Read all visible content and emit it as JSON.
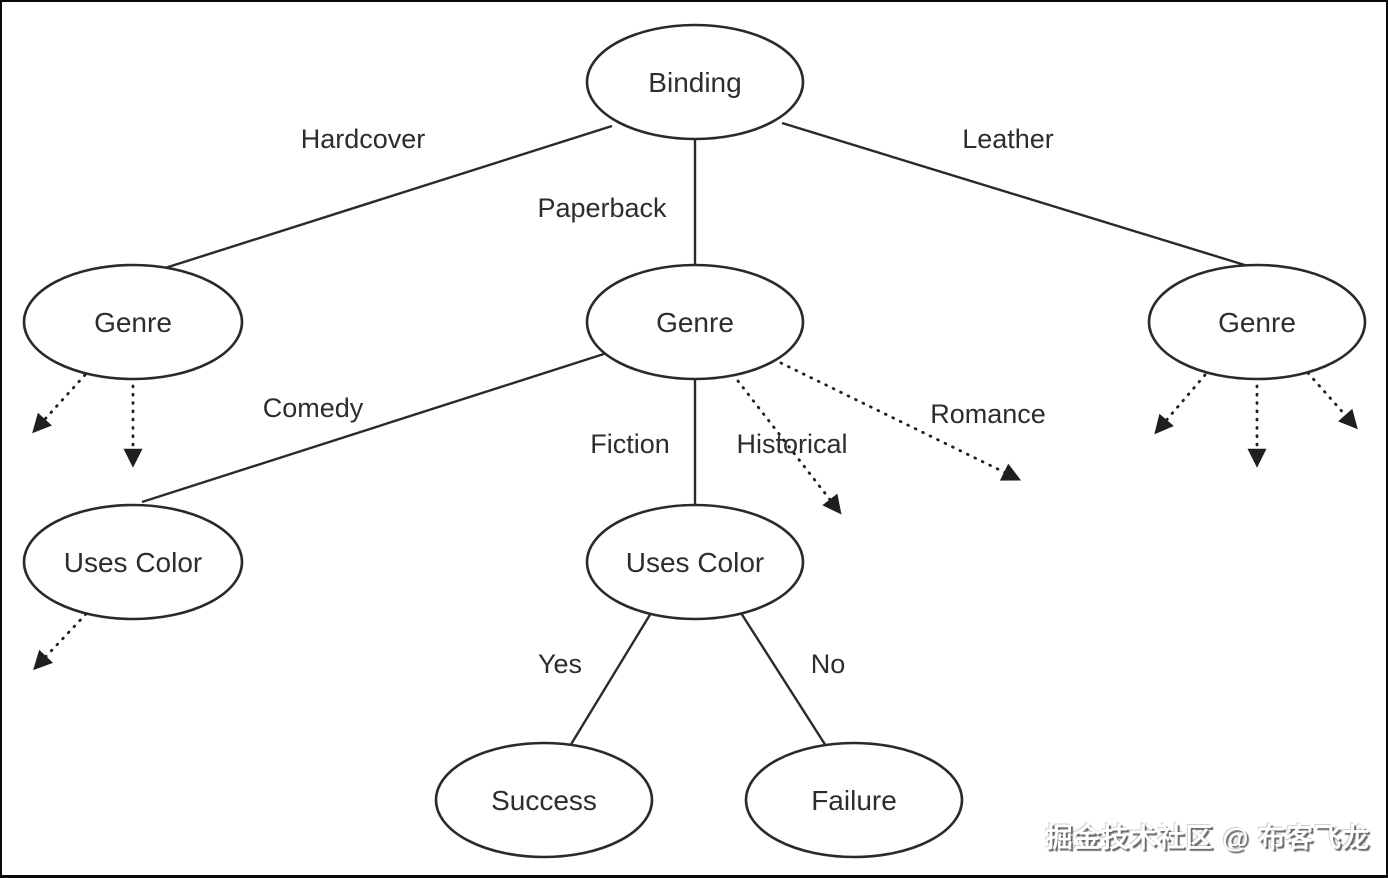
{
  "diagram": {
    "type": "decision-tree",
    "colors": {
      "stroke": "#2a2a2a",
      "text": "#2d2d2d",
      "background": "#ffffff",
      "border": "#0a0a0a"
    },
    "nodes": {
      "binding": "Binding",
      "genre_left": "Genre",
      "genre_mid": "Genre",
      "genre_right": "Genre",
      "uses_color_left": "Uses Color",
      "uses_color_mid": "Uses Color",
      "success": "Success",
      "failure": "Failure"
    },
    "edges": {
      "hardcover": "Hardcover",
      "paperback": "Paperback",
      "leather": "Leather",
      "comedy": "Comedy",
      "fiction": "Fiction",
      "historical": "Historical",
      "romance": "Romance",
      "yes": "Yes",
      "no": "No"
    }
  },
  "watermark": {
    "text": "掘金技术社区 @ 布客飞龙"
  }
}
